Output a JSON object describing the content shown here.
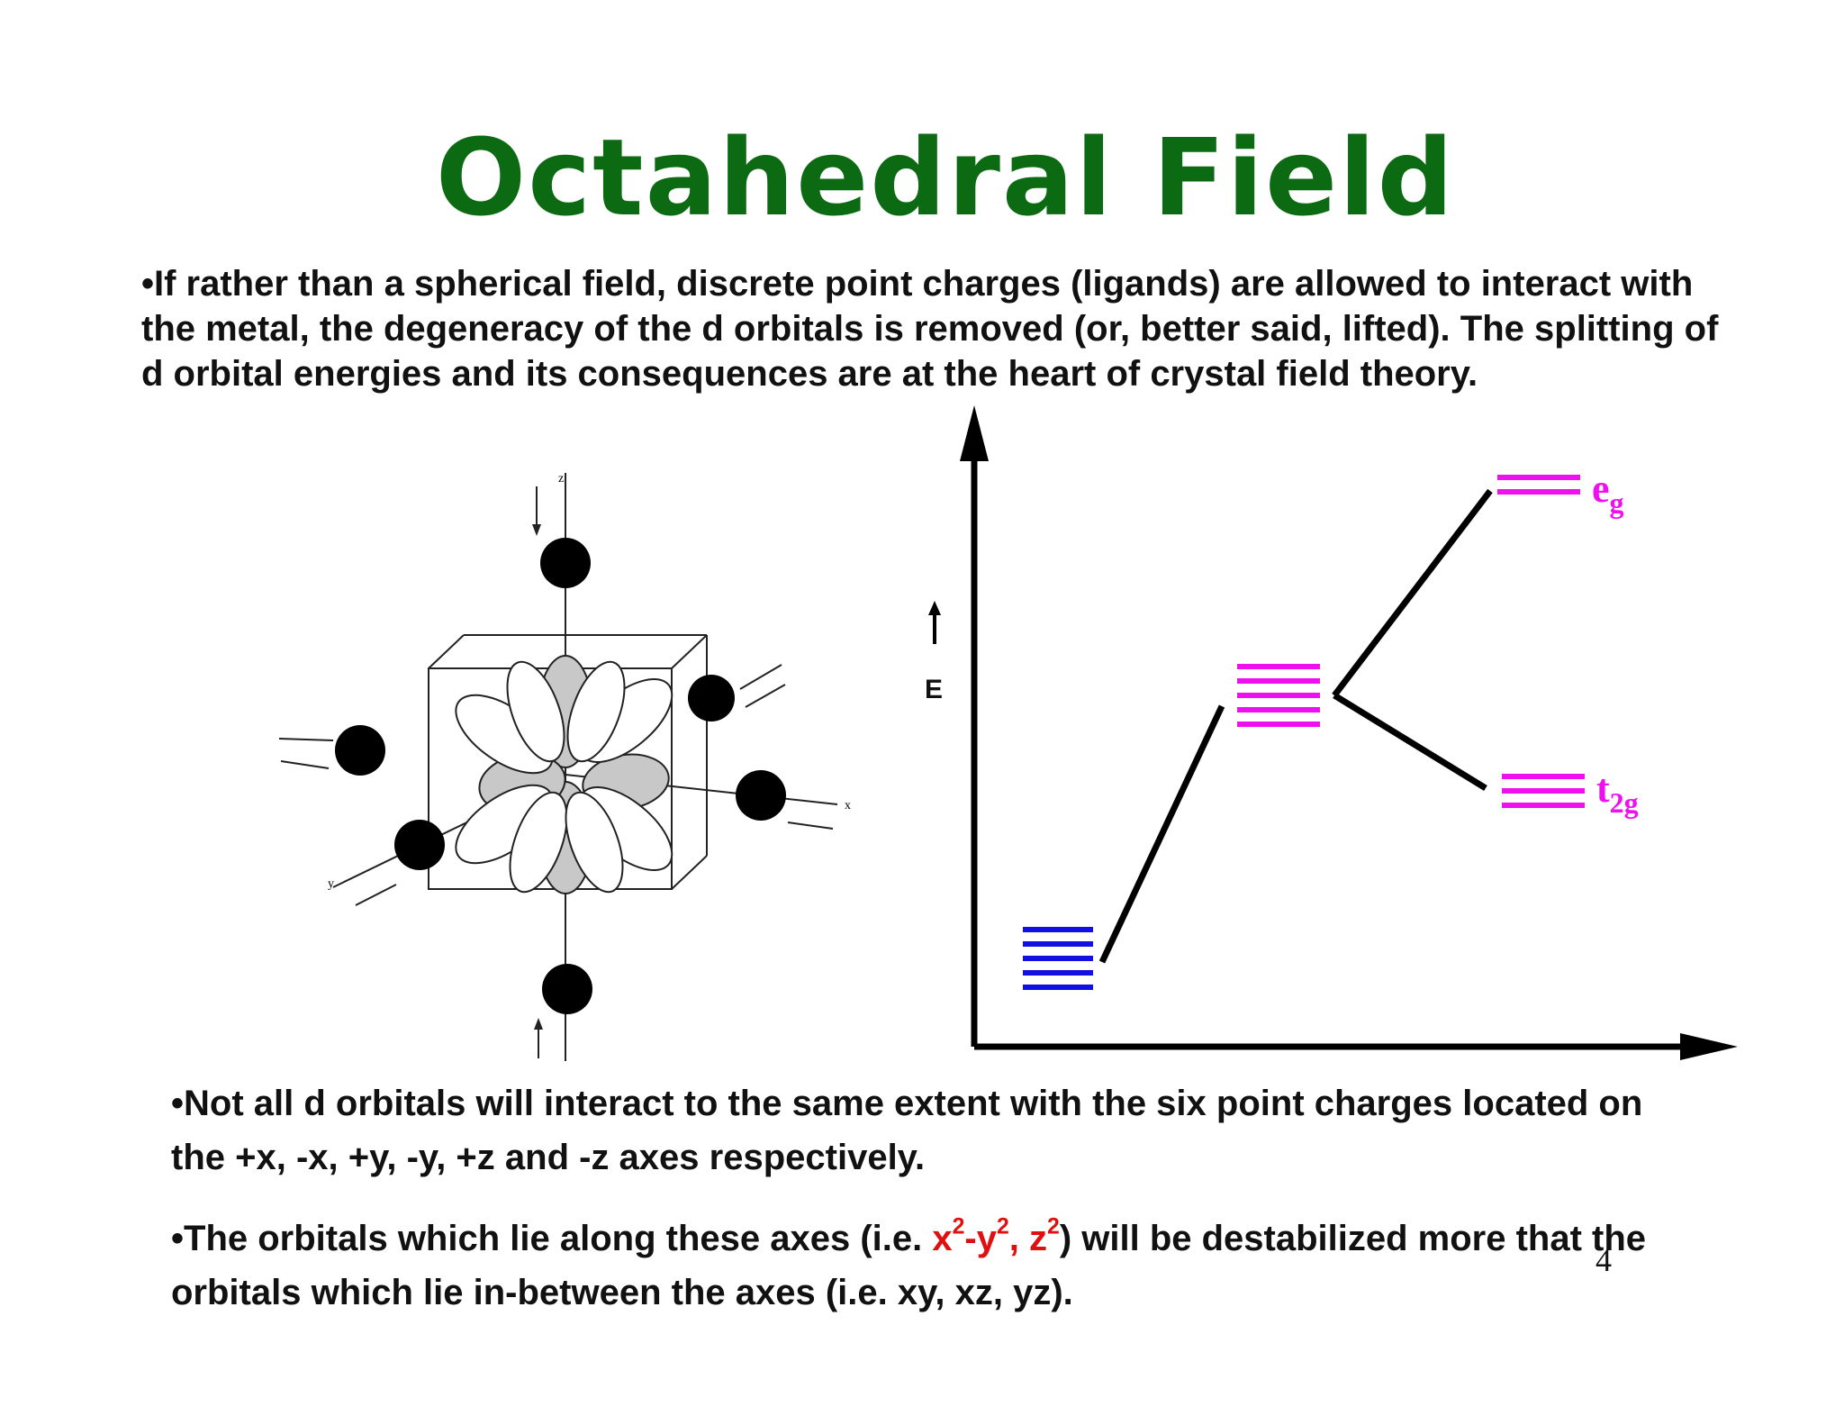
{
  "slide": {
    "title": "Octahedral Field",
    "paragraph_1": "•If rather than a spherical field, discrete point charges (ligands) are allowed to interact with the metal, the degeneracy of the d orbitals is removed (or, better said, lifted). The splitting of d orbital energies and its consequences are at the heart of crystal field theory.",
    "paragraph_2": "•Not all d orbitals will interact to the same extent with the six point charges located on the +x, -x, +y, -y, +z and -z axes respectively.",
    "paragraph_3": {
      "prefix": "•The orbitals which lie along these axes (i.e. ",
      "x": "x",
      "sup_2a": "2",
      "dash_y": "-y",
      "sup_2b": "2",
      "comma_z": ", z",
      "sup_2c": "2",
      "suffix": ") will be destabilized more that the orbitals which lie in-between the axes (i.e. xy, xz, yz)."
    },
    "page_number": "4"
  },
  "diagram": {
    "energy_label": "E",
    "eg_main": "e",
    "eg_sub": "g",
    "t2g_main": "t",
    "t2g_sub": "2g",
    "colors": {
      "title_green": "#0b6a12",
      "degenerate_blue": "#1010e0",
      "split_magenta": "#ee10ee",
      "highlight_red": "#e01010"
    }
  },
  "orbital_figure": {
    "axis_x": "x",
    "axis_y": "y",
    "axis_z": "z"
  }
}
